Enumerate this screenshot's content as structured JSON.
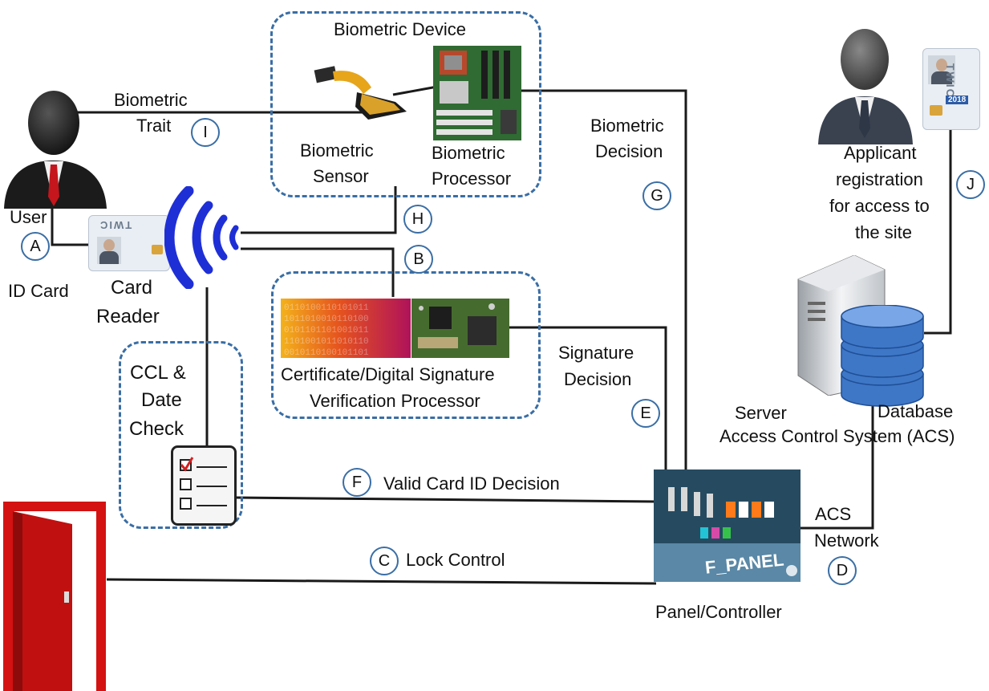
{
  "labels": {
    "biometric_device": "Biometric Device",
    "biometric_trait_1": "Biometric",
    "biometric_trait_2": "Trait",
    "biometric_sensor_1": "Biometric",
    "biometric_sensor_2": "Sensor",
    "biometric_processor_1": "Biometric",
    "biometric_processor_2": "Processor",
    "biometric_decision_1": "Biometric",
    "biometric_decision_2": "Decision",
    "applicant_1": "Applicant",
    "applicant_2": "registration",
    "applicant_3": "for access to",
    "applicant_4": "the site",
    "user": "User",
    "id_card": "ID Card",
    "card_reader_1": "Card",
    "card_reader_2": "Reader",
    "ccl_1": "CCL &",
    "ccl_2": "Date",
    "ccl_3": "Check",
    "cert_1": "Certificate/Digital Signature",
    "cert_2": "Verification Processor",
    "signature_decision_1": "Signature",
    "signature_decision_2": "Decision",
    "server": "Server",
    "database": "Database",
    "acs": "Access Control System (ACS)",
    "valid_card": "Valid Card ID Decision",
    "lock_control": "Lock Control",
    "acs_network_1": "ACS",
    "acs_network_2": "Network",
    "panel_controller": "Panel/Controller",
    "panel_chip_text": "F_PANEL"
  },
  "markers": {
    "a": "A",
    "b": "B",
    "c": "C",
    "d": "D",
    "e": "E",
    "f": "F",
    "g": "G",
    "h": "H",
    "i": "I",
    "j": "J"
  },
  "card": {
    "brand": "TWIC",
    "year": "2018"
  },
  "colors": {
    "dashed_box": "#3a6ea5",
    "line": "#1a1a1a",
    "door_red": "#d41212",
    "reader_waves": "#1f2fd6",
    "database_blue": "#3f77c7"
  }
}
